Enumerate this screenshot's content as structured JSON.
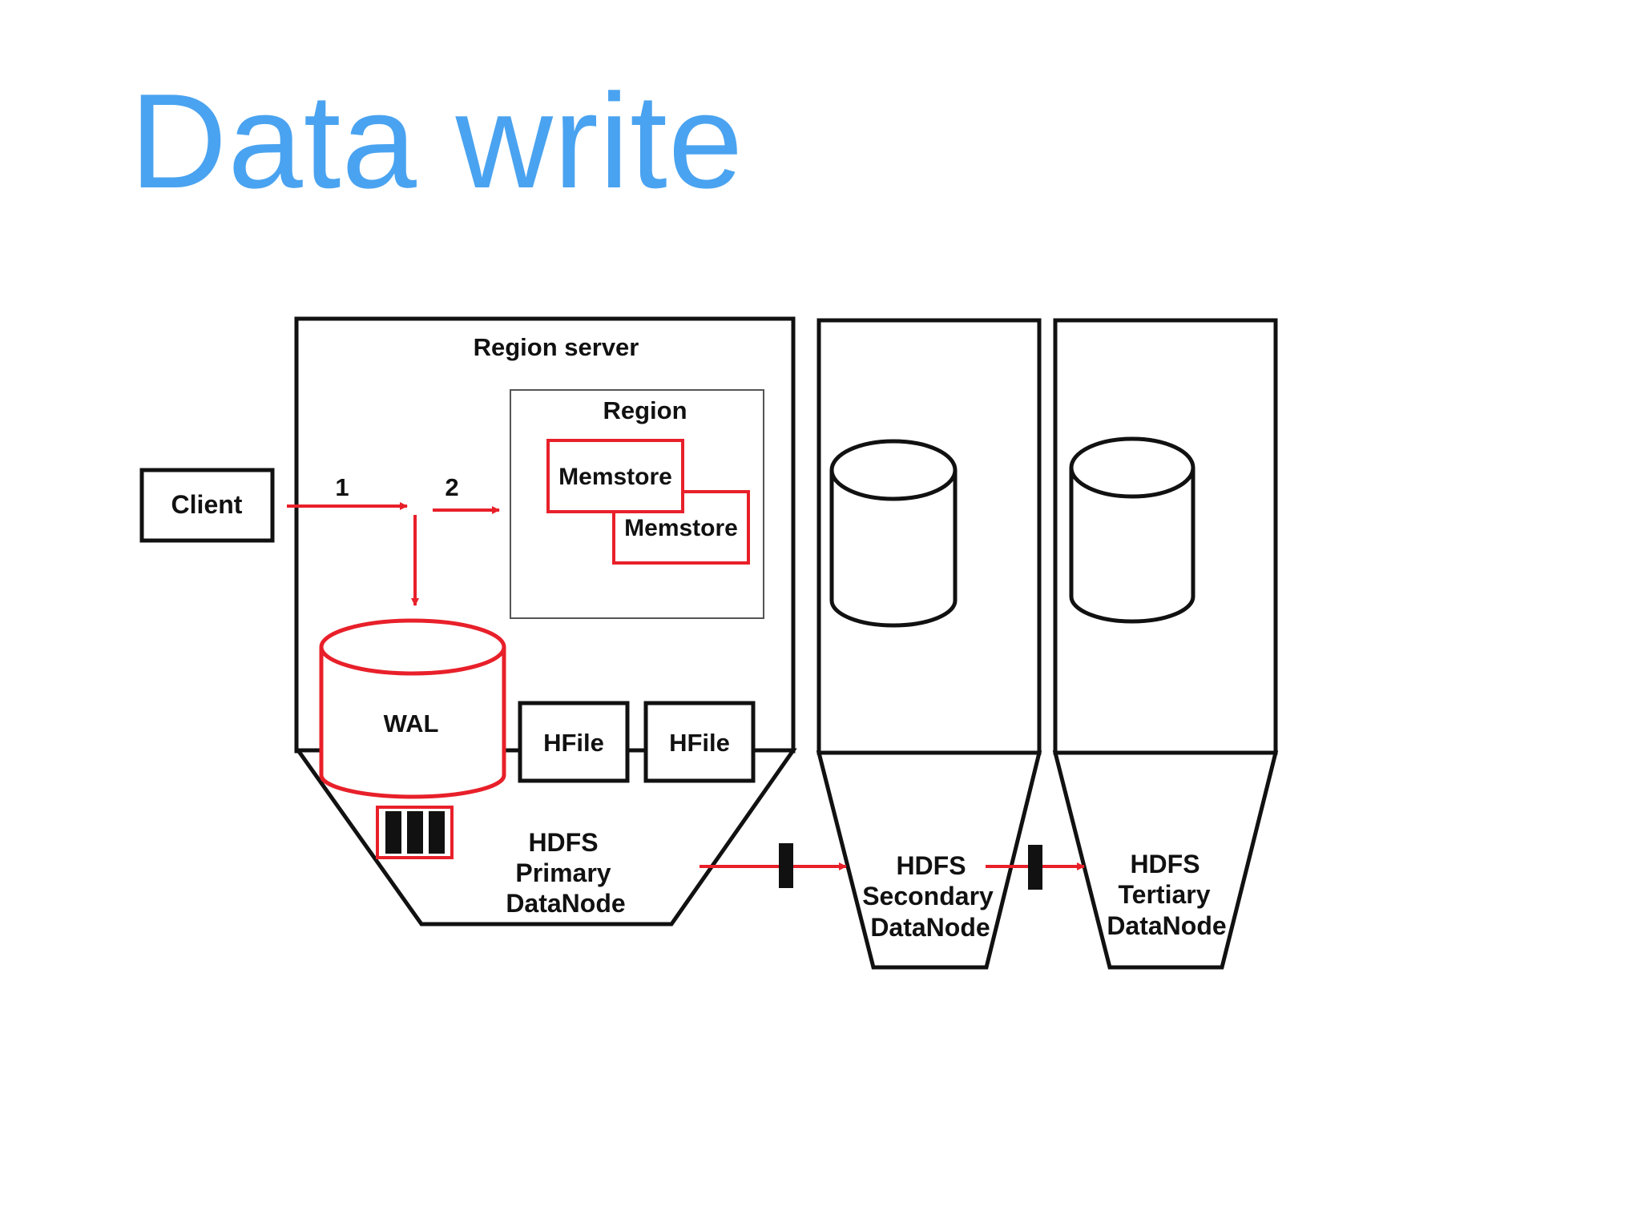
{
  "title": "Data write",
  "colors": {
    "title": "#4aa3f0",
    "accent": "#e8202a",
    "stroke": "#111111",
    "region_border": "#555555"
  },
  "labels": {
    "client": "Client",
    "region_server": "Region server",
    "region": "Region",
    "memstore_1": "Memstore",
    "memstore_2": "Memstore",
    "step_1": "1",
    "step_2": "2",
    "wal": "WAL",
    "hfile_1": "HFile",
    "hfile_2": "HFile",
    "primary": [
      "HDFS",
      "Primary",
      "DataNode"
    ],
    "secondary": [
      "HDFS",
      "Secondary",
      "DataNode"
    ],
    "tertiary": [
      "HDFS",
      "Tertiary",
      "DataNode"
    ]
  }
}
